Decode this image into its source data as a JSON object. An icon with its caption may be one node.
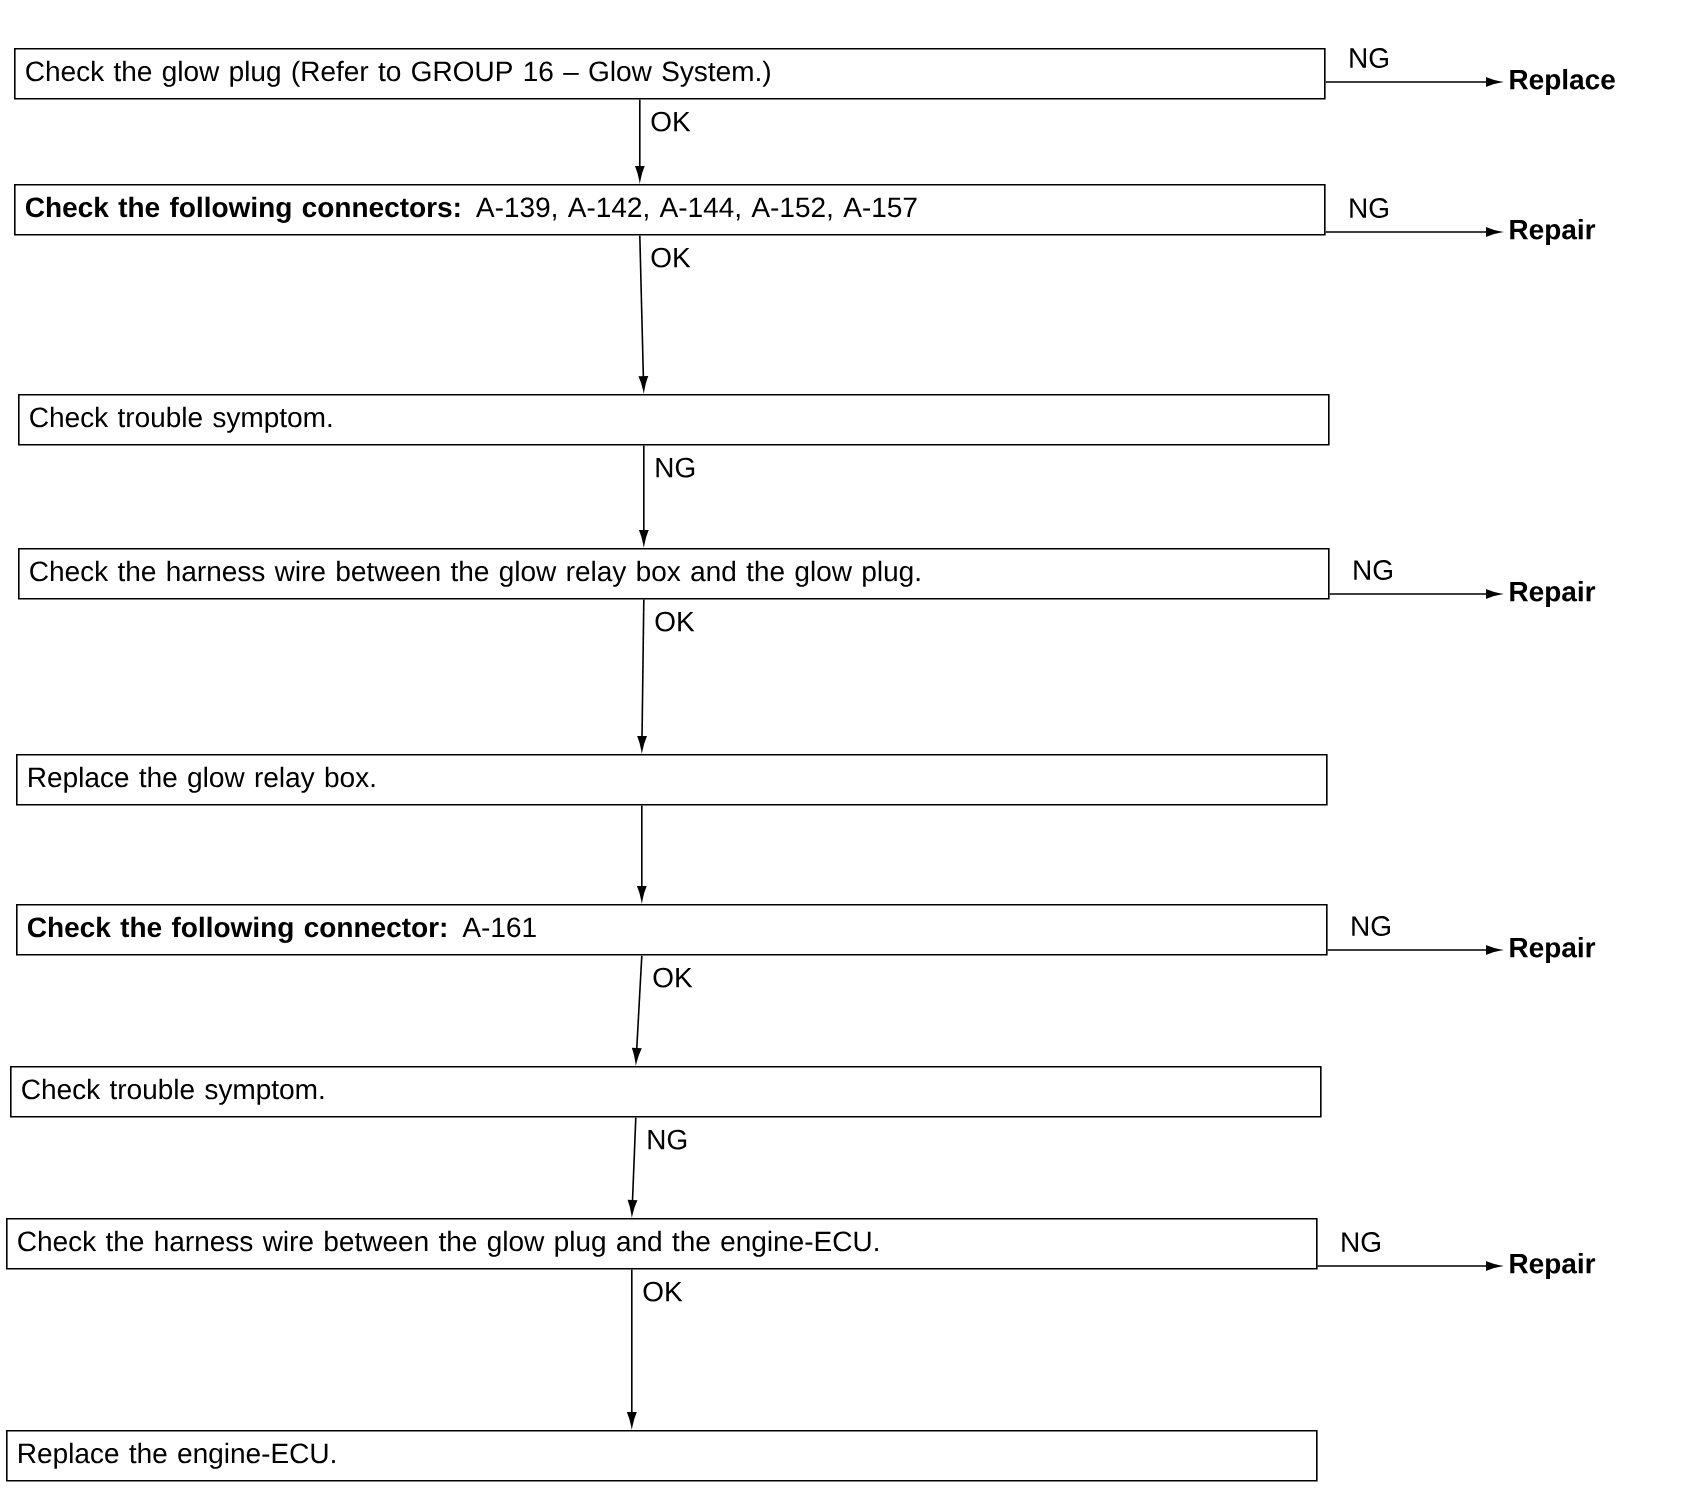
{
  "diagram": {
    "nodes": [
      {
        "text": [
          "Check the glow plug (Refer to GROUP 16 – Glow System.)"
        ]
      },
      {
        "text": [
          "Replace"
        ]
      },
      {
        "text": [
          "**Check the following connectors:** A-139, A-142, A-144, A-152, A-157"
        ]
      },
      {
        "text": [
          "Repair"
        ]
      },
      {
        "text": [
          "Check trouble symptom."
        ]
      },
      {
        "text": [
          "Check the harness wire between the glow relay box and the glow plug."
        ]
      },
      {
        "text": [
          "Repair"
        ]
      },
      {
        "text": [
          "Replace the glow relay box."
        ]
      },
      {
        "text": [
          "**Check the following connector:** A-161"
        ]
      },
      {
        "text": [
          "Repair"
        ]
      },
      {
        "text": [
          "Check trouble symptom."
        ]
      },
      {
        "text": [
          "Check the harness wire between the glow plug and the engine-ECU."
        ]
      },
      {
        "text": [
          "Repair"
        ]
      },
      {
        "text": [
          "Replace the engine-ECU."
        ]
      }
    ],
    "edges": [
      {
        "from": 0,
        "to": 1,
        "arrow": "to",
        "label": "NG"
      },
      {
        "from": 0,
        "to": 2,
        "arrow": "to",
        "label": "OK"
      },
      {
        "from": 2,
        "to": 3,
        "arrow": "to",
        "label": "NG"
      },
      {
        "from": 2,
        "to": 4,
        "arrow": "to",
        "label": "OK"
      },
      {
        "from": 4,
        "to": 5,
        "arrow": "to",
        "label": "NG"
      },
      {
        "from": 5,
        "to": 6,
        "arrow": "to",
        "label": "NG"
      },
      {
        "from": 5,
        "to": 7,
        "arrow": "to",
        "label": "OK"
      },
      {
        "from": 7,
        "to": 8,
        "arrow": "to"
      },
      {
        "from": 8,
        "to": 9,
        "arrow": "to",
        "label": "NG"
      },
      {
        "from": 8,
        "to": 10,
        "arrow": "to",
        "label": "OK"
      },
      {
        "from": 10,
        "to": 11,
        "arrow": "to",
        "label": "NG"
      },
      {
        "from": 11,
        "to": 12,
        "arrow": "to",
        "label": "NG"
      },
      {
        "from": 11,
        "to": 13,
        "arrow": "to",
        "label": "OK"
      }
    ]
  }
}
